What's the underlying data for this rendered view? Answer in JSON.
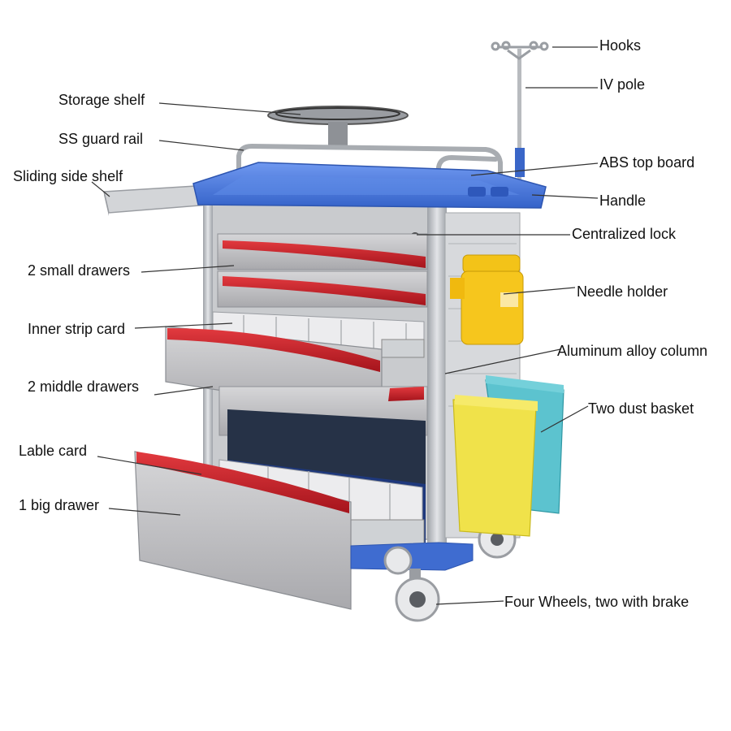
{
  "labels": {
    "hooks": "Hooks",
    "iv_pole": "IV pole",
    "storage_shelf": "Storage shelf",
    "ss_guard_rail": "SS guard rail",
    "abs_top_board": "ABS top board",
    "sliding_side_shelf": "Sliding side shelf",
    "handle": "Handle",
    "centralized_lock": "Centralized lock",
    "small_drawers": "2 small drawers",
    "needle_holder": "Needle holder",
    "inner_strip_card": "Inner strip card",
    "aluminum_alloy_column": "Aluminum alloy column",
    "middle_drawers": "2 middle drawers",
    "two_dust_basket": "Two dust basket",
    "lable_card": "Lable card",
    "big_drawer": "1 big drawer",
    "four_wheels": "Four Wheels, two with brake"
  },
  "colors": {
    "top_board": "#4a7be0",
    "drawer_body": "#c4c4c6",
    "drawer_accent": "#d21f2a",
    "needle_holder": "#f6c61d",
    "dust_basket_yellow": "#f0e24a",
    "dust_basket_teal": "#5cc3cf",
    "frame": "#b9bcc1",
    "leader_line": "#333333"
  }
}
